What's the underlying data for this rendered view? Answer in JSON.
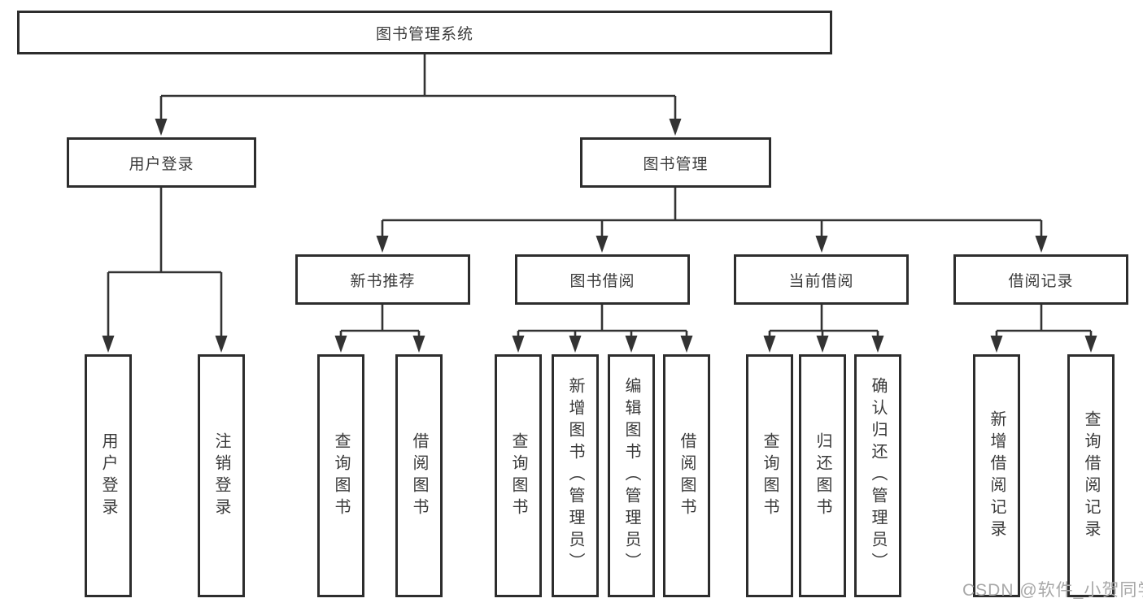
{
  "diagram": {
    "root": {
      "label": "图书管理系统",
      "children": [
        {
          "label": "用户登录",
          "children": [
            {
              "label": "用户登录"
            },
            {
              "label": "注销登录"
            }
          ]
        },
        {
          "label": "图书管理",
          "children": [
            {
              "label": "新书推荐",
              "children": [
                {
                  "label": "查询图书"
                },
                {
                  "label": "借阅图书"
                }
              ]
            },
            {
              "label": "图书借阅",
              "children": [
                {
                  "label": "查询图书"
                },
                {
                  "label": "新增图书（管理员）"
                },
                {
                  "label": "编辑图书（管理员）"
                },
                {
                  "label": "借阅图书"
                }
              ]
            },
            {
              "label": "当前借阅",
              "children": [
                {
                  "label": "查询图书"
                },
                {
                  "label": "归还图书"
                },
                {
                  "label": "确认归还（管理员）"
                }
              ]
            },
            {
              "label": "借阅记录",
              "children": [
                {
                  "label": "新增借阅记录"
                },
                {
                  "label": "查询借阅记录"
                }
              ]
            }
          ]
        }
      ]
    },
    "line_color": "#333333",
    "border_color": "#2d2d2d",
    "text_color": "#3a3a3a"
  },
  "watermark": {
    "text": "CSDN @软件_小贺同学"
  }
}
